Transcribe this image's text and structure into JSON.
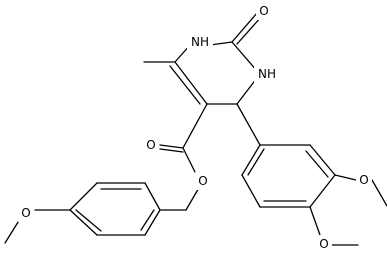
{
  "molecule": {
    "atom_labels": {
      "nh_top": "NH",
      "nh_right": "NH",
      "carbonyl_o": "O",
      "ester_carbonyl_o": "O",
      "ester_o": "O",
      "methoxy_o_left": "O",
      "methoxy_o_right_upper": "O",
      "methoxy_o_right_lower": "O"
    }
  },
  "colors": {
    "background": "#ffffff",
    "bond": "#000000",
    "label": "#000000"
  }
}
